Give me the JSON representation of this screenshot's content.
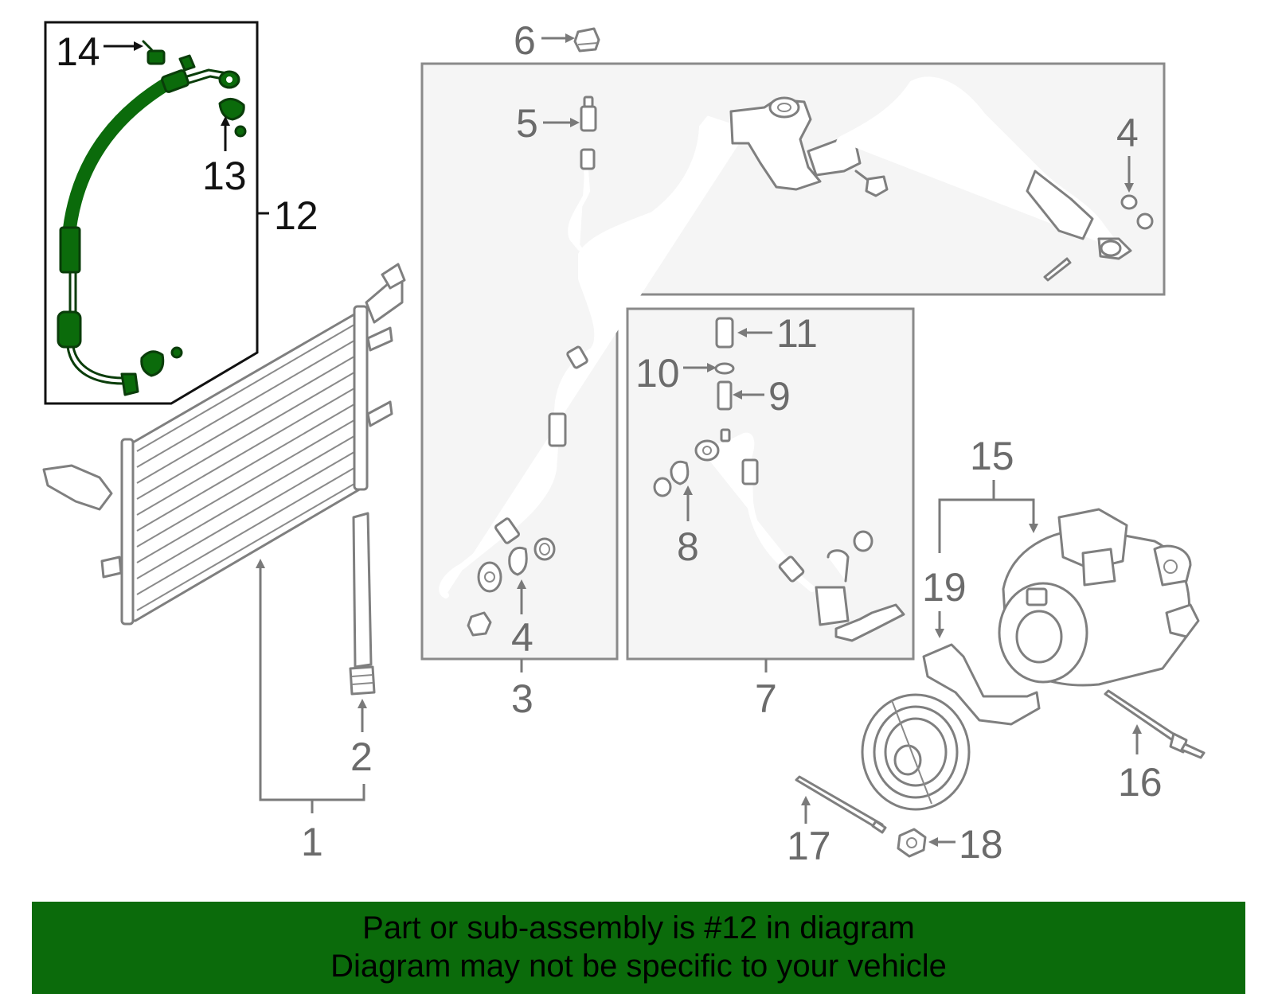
{
  "colors": {
    "highlight": "#0b6b0b",
    "footer_bg": "#0b6b0b",
    "panel_bg": "#f5f5f5",
    "line_gray": "#7f7f7f"
  },
  "callouts": {
    "c1": "1",
    "c2": "2",
    "c3": "3",
    "c4a": "4",
    "c4b": "4",
    "c5": "5",
    "c6": "6",
    "c7": "7",
    "c8": "8",
    "c9": "9",
    "c10": "10",
    "c11": "11",
    "c12": "12",
    "c13": "13",
    "c14": "14",
    "c15": "15",
    "c16": "16",
    "c17": "17",
    "c18": "18",
    "c19": "19"
  },
  "highlighted_part": "12",
  "footer": {
    "line1": "Part or sub-assembly is #12 in diagram",
    "line2": "Diagram may not be specific to your vehicle"
  }
}
